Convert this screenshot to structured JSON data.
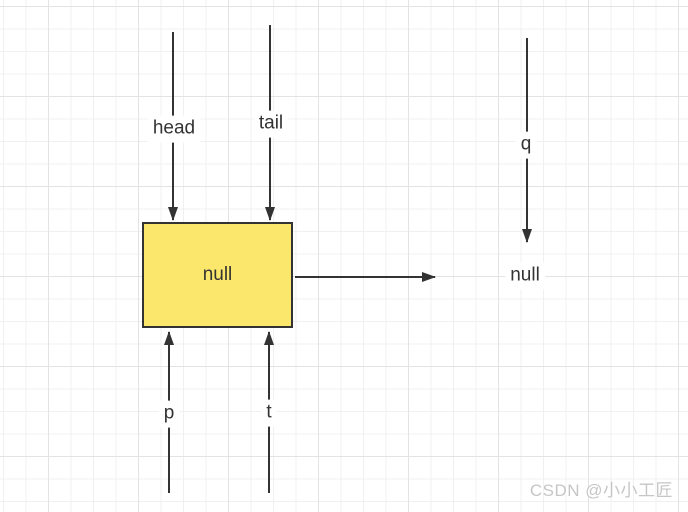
{
  "diagram": {
    "node": {
      "label": "null"
    },
    "labels": {
      "head": "head",
      "tail": "tail",
      "q": "q",
      "p": "p",
      "t": "t",
      "null_right": "null"
    },
    "colors": {
      "node_fill": "#FBE76B",
      "node_border": "#333333",
      "arrow": "#333333",
      "label_text": "#333333",
      "grid_minor": "#F0F0F0",
      "grid_major": "#E3E3E3",
      "watermark_text": "#C6C6C6"
    }
  },
  "watermark": {
    "text": "CSDN @小小工匠"
  }
}
